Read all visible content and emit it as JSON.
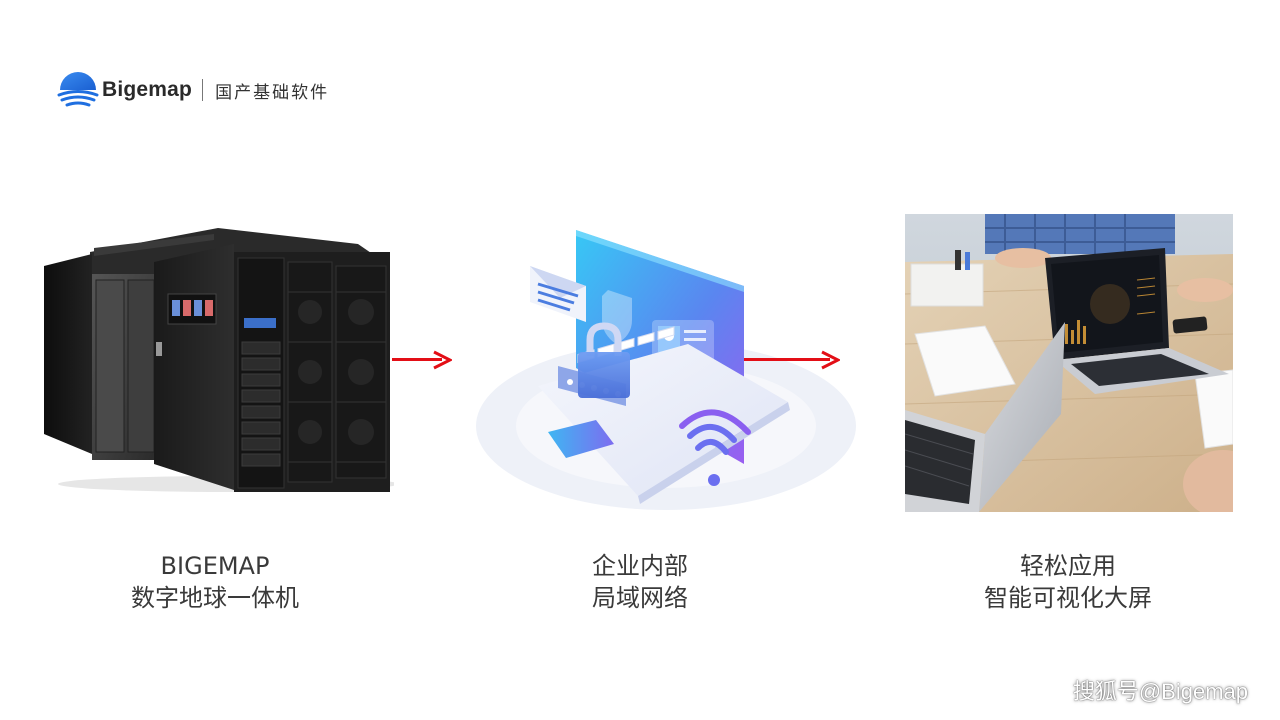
{
  "header": {
    "brand_name": "Bigemap",
    "tagline": "国产基础软件"
  },
  "colors": {
    "brand_blue": "#1f6fe0",
    "arrow_red": "#e30e16"
  },
  "panels": [
    {
      "image": "server-cabinet-illustration",
      "caption_line1": "BIGEMAP",
      "caption_line2": "数字地球一体机"
    },
    {
      "image": "secure-network-laptop-illustration",
      "caption_line1": "企业内部",
      "caption_line2": "局域网络"
    },
    {
      "image": "meeting-laptop-dashboard-photo",
      "caption_line1": "轻松应用",
      "caption_line2": "智能可视化大屏"
    }
  ],
  "watermark": "搜狐号@Bigemap"
}
